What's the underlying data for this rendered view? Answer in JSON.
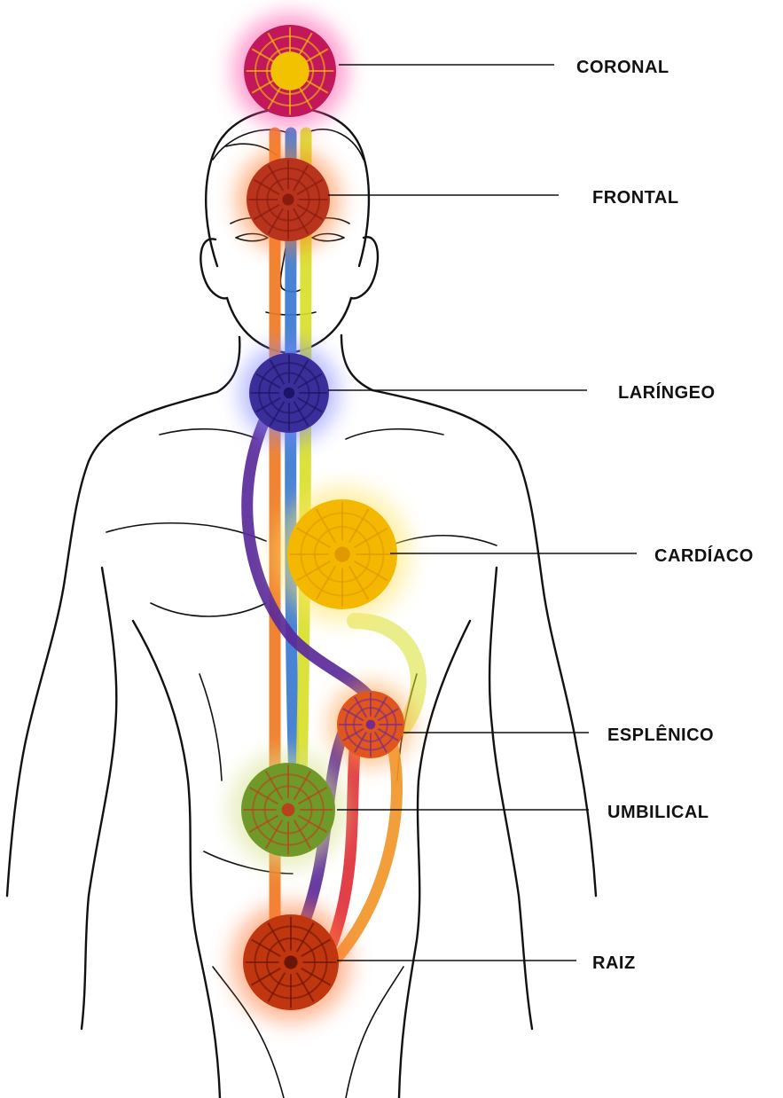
{
  "chakras": [
    {
      "id": "coronal",
      "label": "CORONAL",
      "color": "#c2185b",
      "glow": "#ff4fa8",
      "inner": "#f2c200"
    },
    {
      "id": "frontal",
      "label": "FRONTAL",
      "color": "#b8341c",
      "glow": "#ff7a2a",
      "inner": "#8a1a0e"
    },
    {
      "id": "laringeo",
      "label": "LARÍNGEO",
      "color": "#3a2f9a",
      "glow": "#7f86ff",
      "inner": "#1c1466"
    },
    {
      "id": "cardiaco",
      "label": "CARDÍACO",
      "color": "#f5b800",
      "glow": "#ffe56b",
      "inner": "#e09a00"
    },
    {
      "id": "esplenico",
      "label": "ESPLÊNICO",
      "color": "#e0561c",
      "glow": "#ff9a3a",
      "inner": "#7a2a8a"
    },
    {
      "id": "umbilical",
      "label": "UMBILICAL",
      "color": "#6f9a2a",
      "glow": "#d8e08a",
      "inner": "#b8421c"
    },
    {
      "id": "raiz",
      "label": "RAIZ",
      "color": "#c0360e",
      "glow": "#ff7a3a",
      "inner": "#6a1606"
    }
  ],
  "channels": {
    "orange": "#f07a22",
    "blue": "#3a7ad0",
    "yellow": "#d8e02a",
    "violet": "#5a2a9a",
    "red": "#e0303a",
    "amber": "#f0962a"
  }
}
